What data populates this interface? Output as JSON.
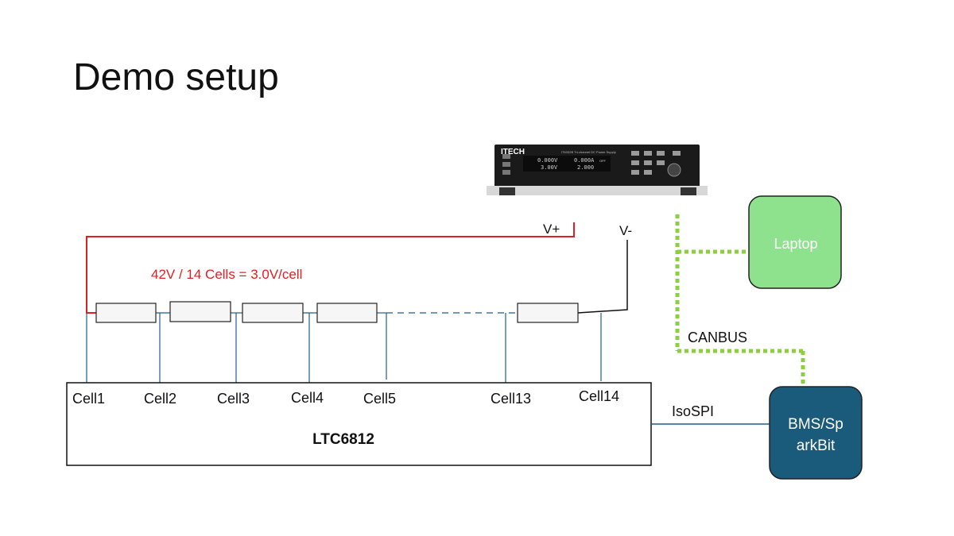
{
  "slide": {
    "title": "Demo setup"
  },
  "power_supply": {
    "brand": "ITECH",
    "model_line": "IT6332B Tri-channel DC Power Supply",
    "ch1_line1": "0.000V",
    "ch1_line2": "3.00V",
    "ch2_line1": "0.000A",
    "ch2_line2": "2.000",
    "status": "OFF",
    "vplus_label": "V+",
    "vminus_label": "V-"
  },
  "annotation": {
    "text": "42V / 14 Cells = 3.0V/cell",
    "color": "#e02020"
  },
  "cells": {
    "labels": [
      "Cell1",
      "Cell2",
      "Cell3",
      "Cell4",
      "Cell5",
      "Cell13",
      "Cell14"
    ]
  },
  "chip": {
    "label": "LTC6812"
  },
  "laptop": {
    "label": "Laptop",
    "fill": "#8ee28e"
  },
  "bms": {
    "label_line1": "BMS/Sp",
    "label_line2": "arkBit",
    "fill": "#1a5a7a"
  },
  "links": {
    "canbus": "CANBUS",
    "isospi": "IsoSPI",
    "canbus_color": "#8ccf3f",
    "wire_color": "#1f5f85"
  }
}
